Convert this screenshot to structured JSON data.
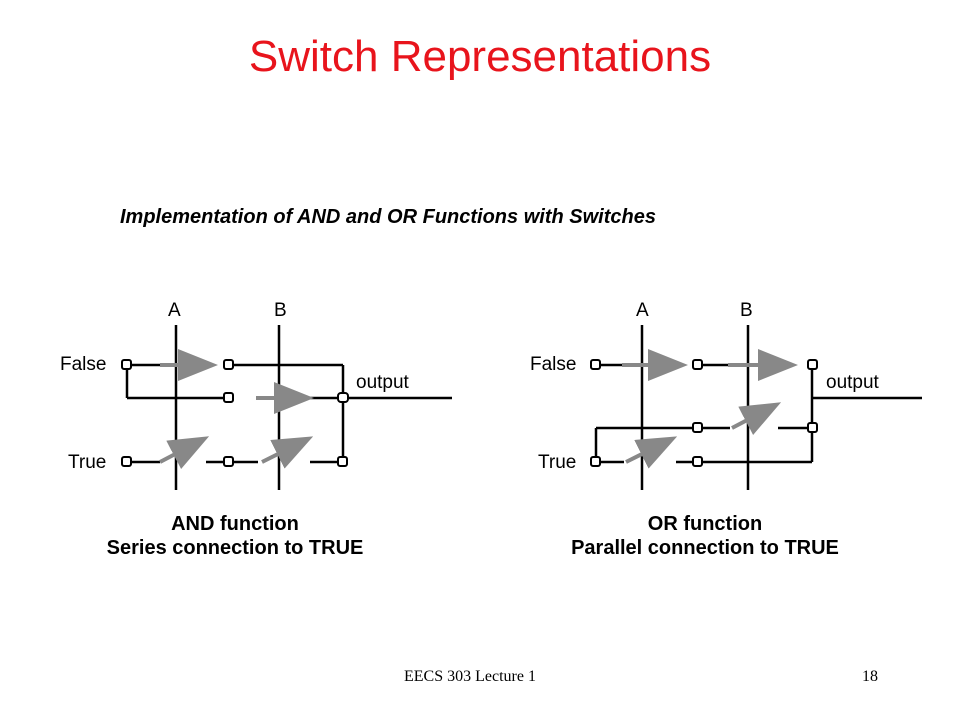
{
  "slide": {
    "title": "Switch Representations",
    "subtitle": "Implementation of AND and OR Functions with Switches"
  },
  "and_diagram": {
    "label_a": "A",
    "label_b": "B",
    "label_false": "False",
    "label_true": "True",
    "label_output": "output",
    "caption_line1": "AND function",
    "caption_line2": "Series connection to TRUE"
  },
  "or_diagram": {
    "label_a": "A",
    "label_b": "B",
    "label_false": "False",
    "label_true": "True",
    "label_output": "output",
    "caption_line1": "OR function",
    "caption_line2": "Parallel connection to TRUE"
  },
  "footer": {
    "left": "EECS 303 Lecture 1",
    "right": "18"
  }
}
